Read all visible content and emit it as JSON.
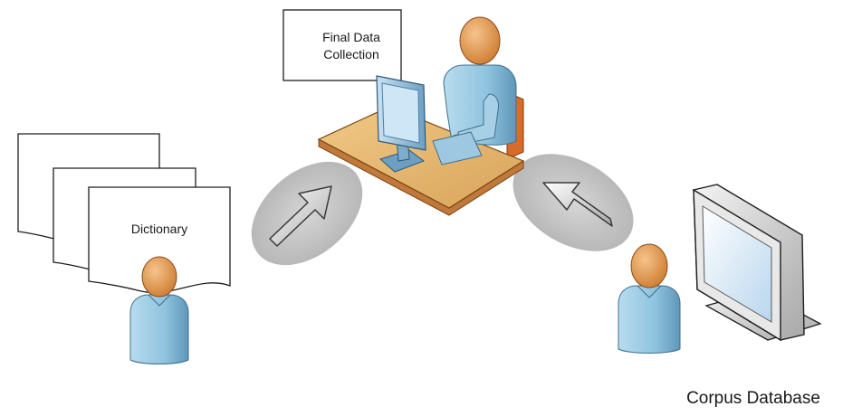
{
  "labels": {
    "final_box_line1": "Final Data",
    "final_box_line2": "Collection",
    "dictionary": "Dictionary",
    "corpus_database": "Corpus Database"
  },
  "icons": {
    "documents": "document-stack-icon",
    "person_left": "person-icon",
    "person_center": "person-at-desk-icon",
    "person_right": "person-icon",
    "monitor_center": "monitor-icon",
    "monitor_right": "monitor-icon",
    "arrow_left": "arrow-up-right-icon",
    "arrow_right": "arrow-up-left-icon"
  },
  "colors": {
    "skin": "#e89a4e",
    "shirt": "#8fc3de",
    "desk": "#e3b36a",
    "chair": "#d86a2a",
    "ellipse": "#c9c9c9",
    "outline": "#222222"
  }
}
